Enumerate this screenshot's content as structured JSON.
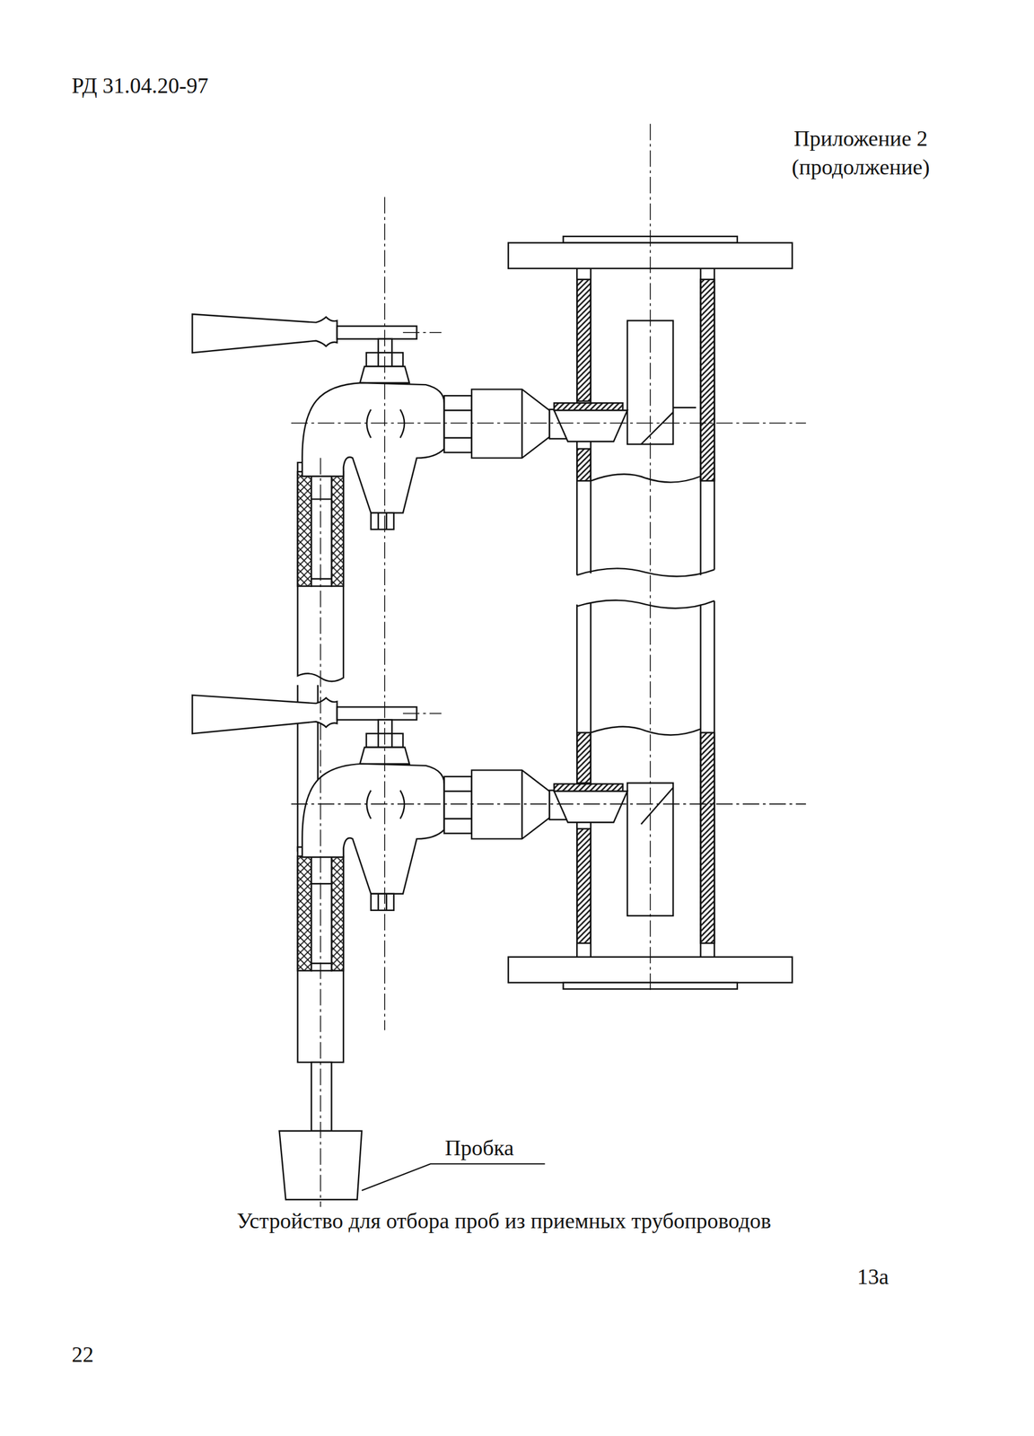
{
  "diagram": {
    "caption": "Устройство для отбора проб из приемных трубопроводов",
    "labels": [
      "РД 31.04.20-97",
      "Приложение 2 (продолжение)",
      "Пробка",
      "13а",
      "22"
    ]
  }
}
